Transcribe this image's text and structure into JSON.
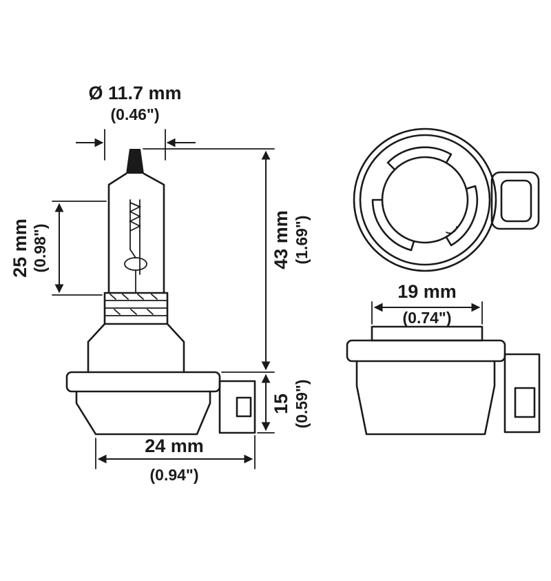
{
  "dimensions": {
    "diameter": {
      "metric": "Ø 11.7 mm",
      "imperial": "(0.46\")"
    },
    "glass_length": {
      "metric": "25 mm",
      "imperial": "(0.98\")"
    },
    "overall_length": {
      "metric": "43 mm",
      "imperial": "(1.69\")"
    },
    "base_height": {
      "metric": "15",
      "imperial": "(0.59\")"
    },
    "base_width": {
      "metric": "24 mm",
      "imperial": "(0.94\")"
    },
    "collar_width": {
      "metric": "19 mm",
      "imperial": "(0.74\")"
    }
  },
  "colors": {
    "line": "#1a1a1a",
    "background": "#ffffff"
  }
}
